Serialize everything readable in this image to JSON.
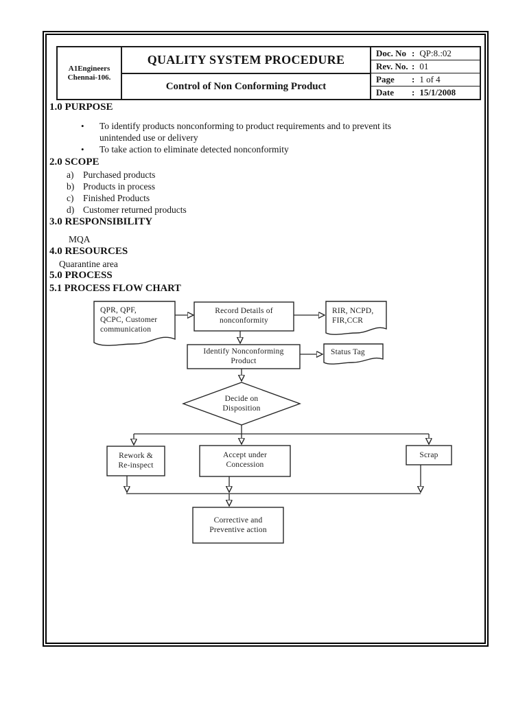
{
  "header": {
    "org": {
      "line1": "A1Engineers",
      "line2": "Chennai-106."
    },
    "title": "QUALITY SYSTEM PROCEDURE",
    "subtitle": "Control of Non Conforming Product",
    "meta": [
      {
        "label": "Doc. No",
        "sep": ":",
        "value": "QP:8.:02"
      },
      {
        "label": "Rev. No.",
        "sep": ":",
        "value": "01"
      },
      {
        "label": "Page",
        "sep": ":",
        "value": "1 of 4"
      },
      {
        "label": "Date",
        "sep": ":",
        "value": "15/1/2008"
      }
    ]
  },
  "sections": {
    "purpose": {
      "heading": "1.0 PURPOSE",
      "bullets": [
        {
          "lines": [
            "To identify products nonconforming to product requirements and to prevent its",
            "unintended use or delivery"
          ]
        },
        {
          "lines": [
            "To take action to eliminate detected nonconformity"
          ]
        }
      ]
    },
    "scope": {
      "heading": "2.0 SCOPE",
      "items": [
        {
          "marker": "a)",
          "text": "Purchased products"
        },
        {
          "marker": "b)",
          "text": "Products in process"
        },
        {
          "marker": "c)",
          "text": "Finished Products"
        },
        {
          "marker": "d)",
          "text": "Customer returned products"
        }
      ]
    },
    "responsibility": {
      "heading": "3.0 RESPONSIBILITY",
      "body": "MQA"
    },
    "resources": {
      "heading": "4.0 RESOURCES",
      "body": "Quarantine area"
    },
    "process": {
      "heading": "5.0 PROCESS"
    },
    "flowchart_heading": "5.1 PROCESS FLOW CHART"
  },
  "flowchart": {
    "inputs_doc": {
      "lines": [
        "QPR, QPF,",
        "QCPC, Customer",
        "communication"
      ]
    },
    "record_box": {
      "lines": [
        "Record Details of",
        "nonconformity"
      ]
    },
    "outputs_doc": {
      "lines": [
        "RIR, NCPD,",
        "FIR,CCR"
      ]
    },
    "identify_box": {
      "lines": [
        "Identify Nonconforming",
        "Product"
      ]
    },
    "status_doc": {
      "lines": [
        "Status Tag"
      ]
    },
    "decision": {
      "lines": [
        "Decide on",
        "Disposition"
      ]
    },
    "rework_box": {
      "lines": [
        "Rework &",
        "Re-inspect"
      ]
    },
    "accept_box": {
      "lines": [
        "Accept under",
        "Concession"
      ]
    },
    "scrap_box": {
      "lines": [
        "Scrap"
      ]
    },
    "capa_box": {
      "lines": [
        "Corrective and",
        "Preventive action"
      ]
    }
  }
}
